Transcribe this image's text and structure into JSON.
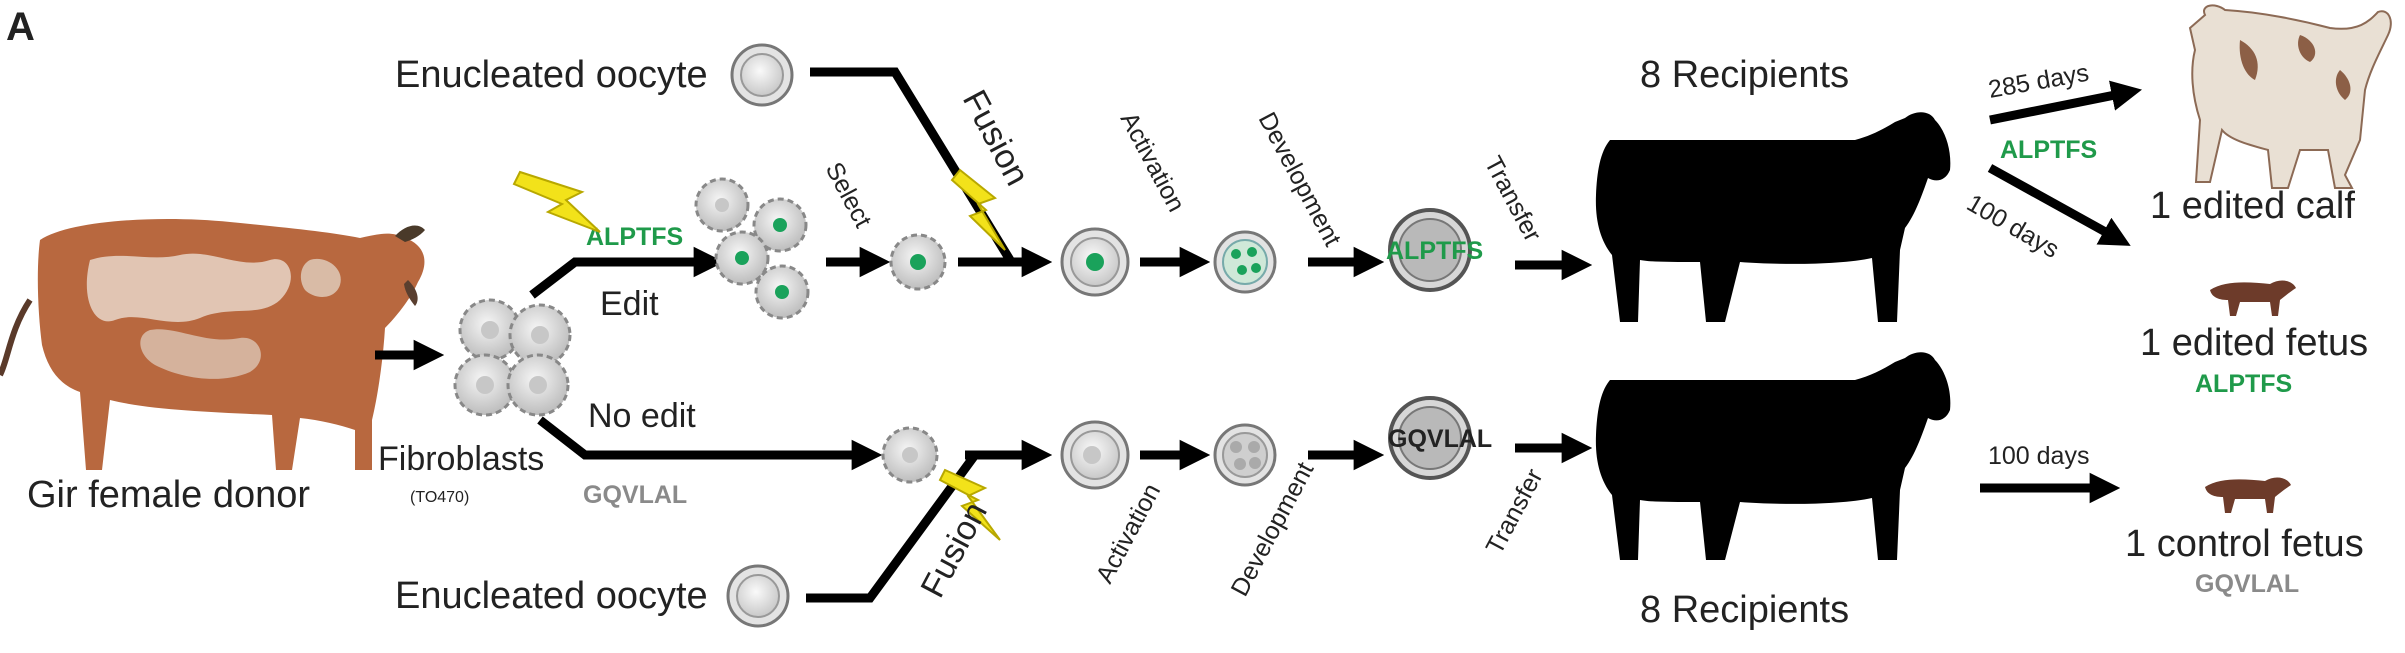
{
  "panel_label": "A",
  "donor": {
    "label": "Gir female donor"
  },
  "fibroblasts": {
    "label": "Fibroblasts",
    "id": "(TO470)",
    "genotype": "GQVLAL"
  },
  "edit_branch": {
    "edit_label": "Edit",
    "allele": "ALPTFS",
    "select_label": "Select"
  },
  "noedit_branch": {
    "label": "No edit"
  },
  "oocyte_top": "Enucleated oocyte",
  "oocyte_bottom": "Enucleated oocyte",
  "steps": {
    "fusion": "Fusion",
    "activation": "Activation",
    "development": "Development",
    "transfer": "Transfer"
  },
  "embryo_top_label": "ALPTFS",
  "embryo_bottom_label": "GQVLAL",
  "recipients_top": "8 Recipients",
  "recipients_bottom": "8 Recipients",
  "outcomes": {
    "days_285": "285 days",
    "days_100_top": "100 days",
    "allele_top": "ALPTFS",
    "edited_calf": "1 edited calf",
    "edited_fetus": "1 edited fetus",
    "edited_fetus_allele": "ALPTFS",
    "days_100_bottom": "100 days",
    "control_fetus": "1 control fetus",
    "control_fetus_allele": "GQVLAL"
  },
  "colors": {
    "green": "#1f9a4a",
    "grey": "#8a8a8a",
    "black": "#000000",
    "bolt": "#f2e21a"
  }
}
